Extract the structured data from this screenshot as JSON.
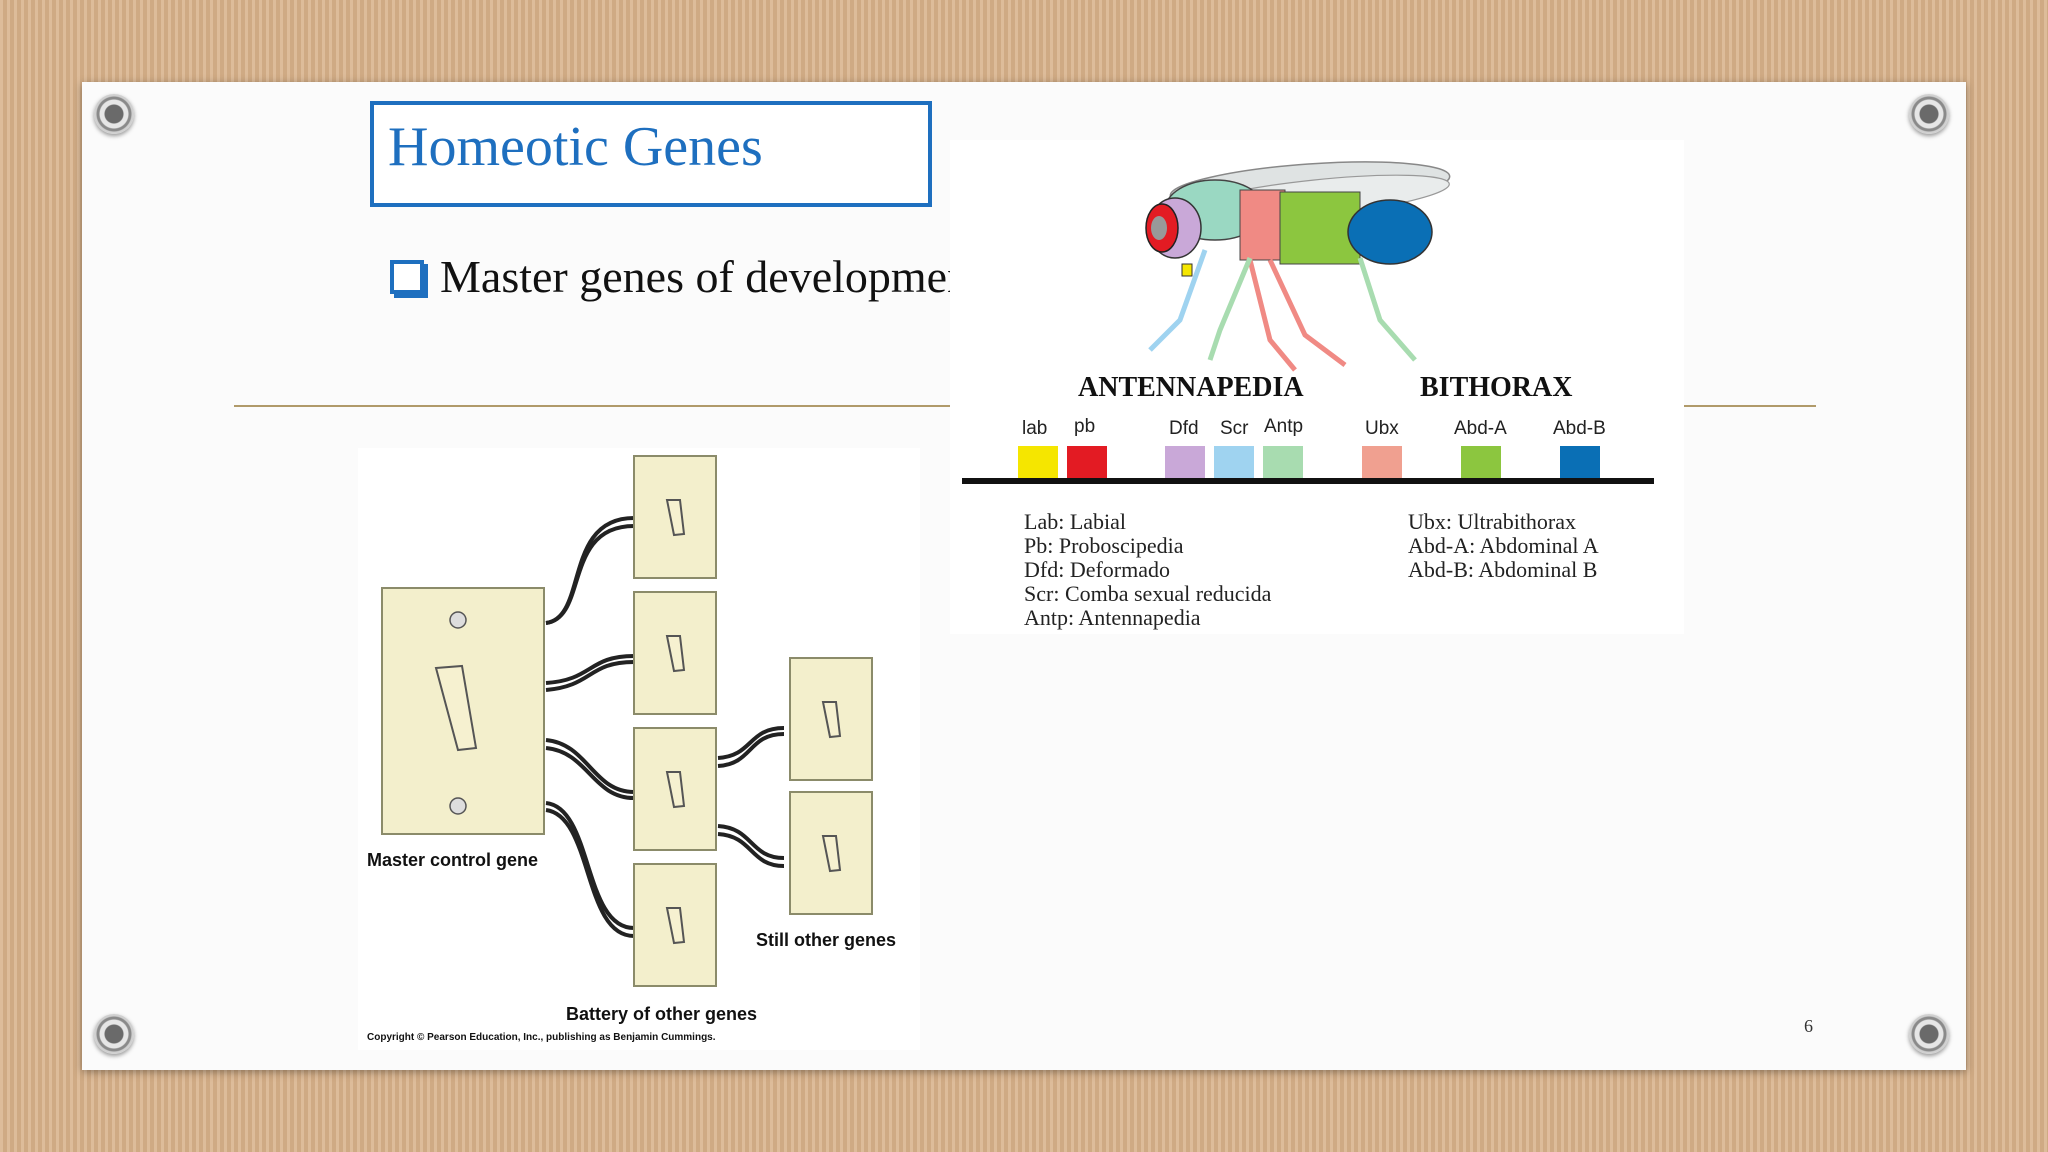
{
  "slide": {
    "title": "Homeotic Genes",
    "bullet": "Master genes of development.",
    "page_number": "6"
  },
  "switch_figure": {
    "master_label": "Master control gene",
    "battery_label": "Battery of other genes",
    "still_label": "Still other genes",
    "copyright": "Copyright © Pearson Education, Inc., publishing as Benjamin Cummings."
  },
  "gene_map": {
    "complex_left": "ANTENNAPEDIA",
    "complex_right": "BITHORAX",
    "genes": [
      {
        "label": "lab",
        "color": "#f5e600"
      },
      {
        "label": "pb",
        "color": "#e31b23"
      },
      {
        "label": "Dfd",
        "color": "#c9a8d8"
      },
      {
        "label": "Scr",
        "color": "#9fd3f0"
      },
      {
        "label": "Antp",
        "color": "#a8dcb0"
      },
      {
        "label": "Ubx",
        "color": "#f0a090"
      },
      {
        "label": "Abd-A",
        "color": "#8cc63f"
      },
      {
        "label": "Abd-B",
        "color": "#0a6fb5"
      }
    ],
    "legend_left": [
      "Lab: Labial",
      "Pb: Proboscipedia",
      "Dfd: Deformado",
      "Scr: Comba sexual reducida",
      "Antp: Antennapedia"
    ],
    "legend_right": [
      "Ubx: Ultrabithorax",
      "Abd-A: Abdominal A",
      "Abd-B: Abdominal B"
    ]
  }
}
